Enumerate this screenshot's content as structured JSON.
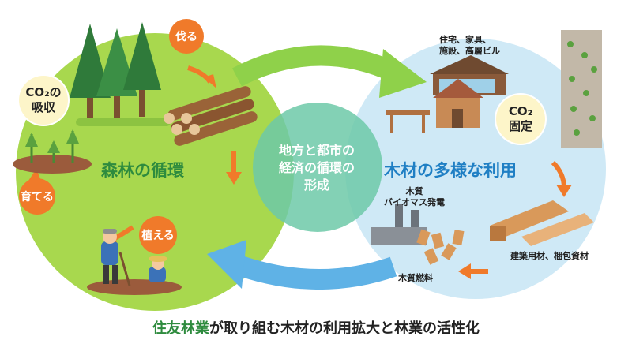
{
  "center": {
    "line1": "地方と都市の",
    "line2": "経済の循環の",
    "line3": "形成"
  },
  "forest": {
    "title": "森林の循環",
    "co2": {
      "line1": "CO₂の",
      "line2": "吸収"
    },
    "steps": {
      "cut": "伐る",
      "plant": "植える",
      "grow": "育てる"
    }
  },
  "wood": {
    "title": "木材の多様な利用",
    "co2": {
      "line1": "CO₂",
      "line2": "固定"
    },
    "uses": {
      "housing_line1": "住宅、家具、",
      "housing_line2": "施設、高層ビル",
      "building": "建築用材、梱包資材",
      "biomass_line1": "木質",
      "biomass_line2": "バイオマス発電",
      "fuel": "木質燃料"
    }
  },
  "footer": {
    "highlight": "住友林業",
    "rest": "が取り組む木材の利用拡大と林業の活性化"
  },
  "colors": {
    "forest_green": "#a8d84e",
    "wood_blue": "#cfe9f6",
    "arrow_green": "#8fd14a",
    "arrow_blue": "#5fb2e6",
    "orange": "#f07a2a"
  }
}
